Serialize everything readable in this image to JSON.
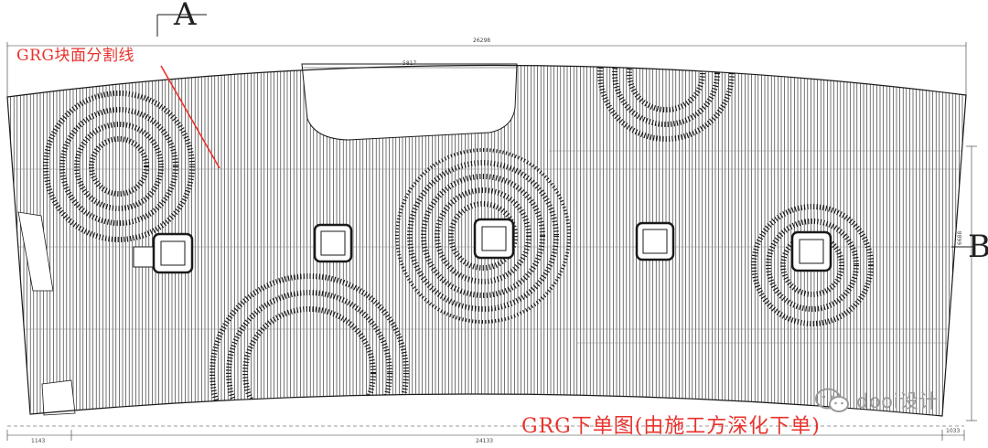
{
  "annotations": {
    "top_note": "GRG块面分割线",
    "bottom_title": "GRG下单图(由施工方深化下单)"
  },
  "grid_letters": {
    "a": "A",
    "b": "B"
  },
  "dimensions": {
    "top_total": "26298",
    "opening": "5817",
    "bottom_total": "24133",
    "bottom_left": "1143",
    "bottom_right": "1033",
    "right_side": "6688"
  },
  "watermark": {
    "text": "dooi设计",
    "icon": "wechat-icon"
  },
  "colors": {
    "annotation": "#e8322c",
    "lines": "#1a1a1a",
    "watermark": "#9a9a9a"
  }
}
